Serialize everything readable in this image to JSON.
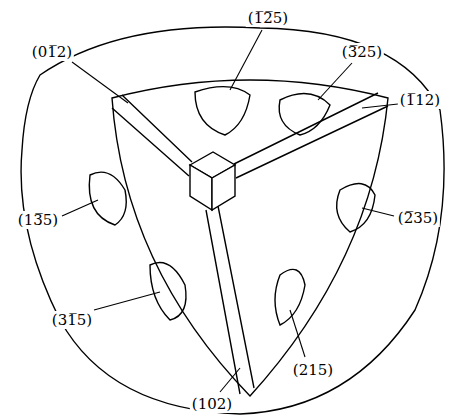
{
  "diagram": {
    "labels": [
      "(1̅2̅5)",
      "(3̅25)",
      "(01̅2)",
      "(1̅12)",
      "(2̅35)",
      "(13̅5)",
      "(31̅5)",
      "(215)",
      "(102)"
    ]
  }
}
